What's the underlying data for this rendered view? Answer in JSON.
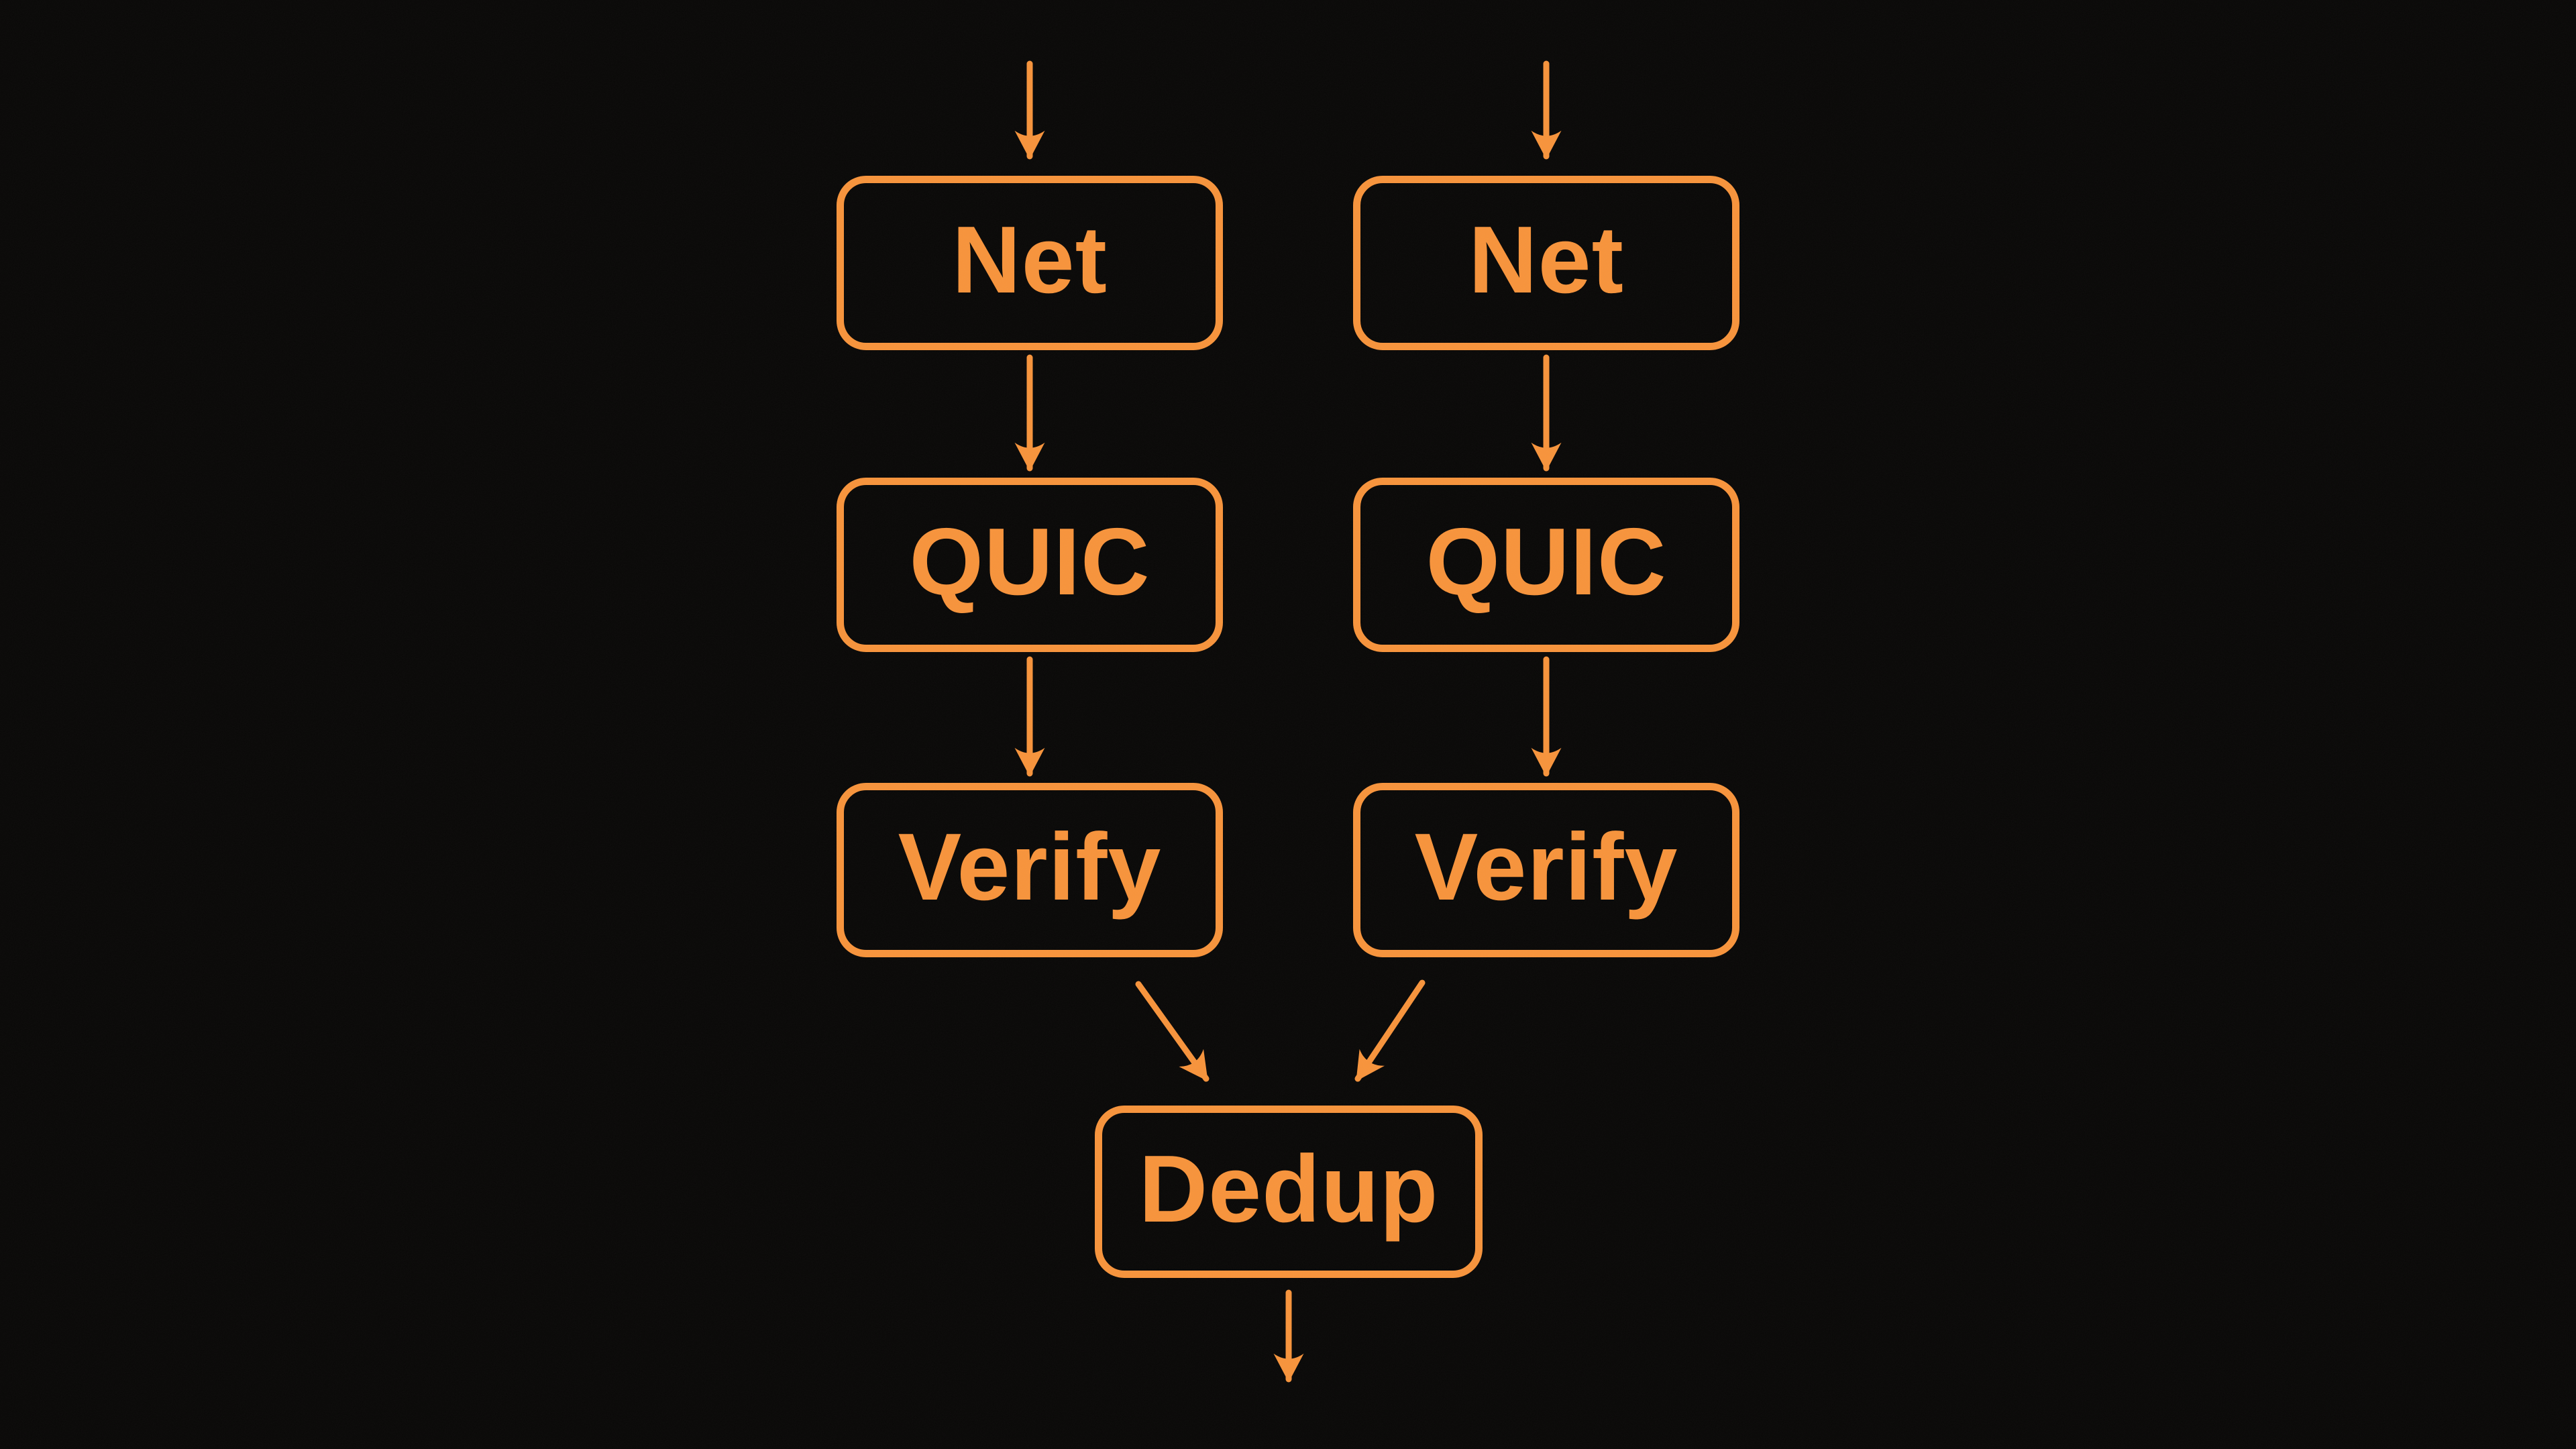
{
  "colors": {
    "accent": "#f7943c",
    "background": "#0a0908"
  },
  "diagram": {
    "type": "flowchart",
    "direction": "top-down",
    "nodes": {
      "net_left": {
        "label": "Net"
      },
      "net_right": {
        "label": "Net"
      },
      "quic_left": {
        "label": "QUIC"
      },
      "quic_right": {
        "label": "QUIC"
      },
      "verify_left": {
        "label": "Verify"
      },
      "verify_right": {
        "label": "Verify"
      },
      "dedup": {
        "label": "Dedup"
      }
    },
    "edges": [
      {
        "from": "input-left",
        "to": "net_left"
      },
      {
        "from": "input-right",
        "to": "net_right"
      },
      {
        "from": "net_left",
        "to": "quic_left"
      },
      {
        "from": "net_right",
        "to": "quic_right"
      },
      {
        "from": "quic_left",
        "to": "verify_left"
      },
      {
        "from": "quic_right",
        "to": "verify_right"
      },
      {
        "from": "verify_left",
        "to": "dedup"
      },
      {
        "from": "verify_right",
        "to": "dedup"
      },
      {
        "from": "dedup",
        "to": "output"
      }
    ]
  }
}
